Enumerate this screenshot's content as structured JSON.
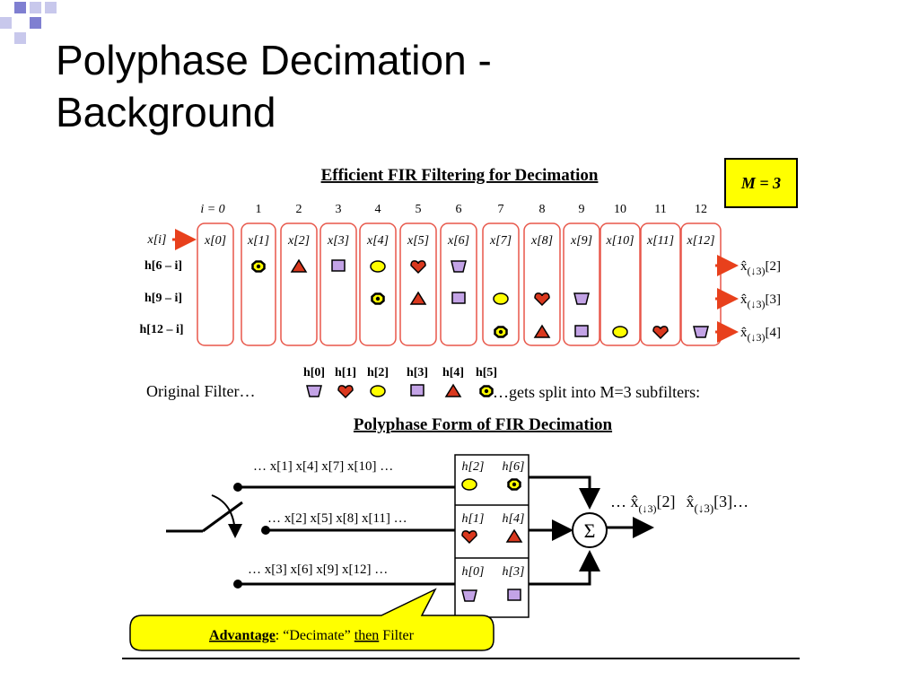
{
  "slide": {
    "title": "Polyphase Decimation -\nBackground",
    "brand_colors": {
      "squares": "#7f7fd1",
      "squares_light": "#c8c8ec"
    }
  },
  "top_diagram": {
    "heading": "Efficient FIR Filtering for Decimation",
    "m_label": "M = 3",
    "index_label": "i = 0",
    "indices": [
      "1",
      "2",
      "3",
      "4",
      "5",
      "6",
      "7",
      "8",
      "9",
      "10",
      "11",
      "12"
    ],
    "input_label": "x[i]",
    "samples": [
      "x[0]",
      "x[1]",
      "x[2]",
      "x[3]",
      "x[4]",
      "x[5]",
      "x[6]",
      "x[7]",
      "x[8]",
      "x[9]",
      "x[10]",
      "x[11]",
      "x[12]"
    ],
    "rows": [
      {
        "label": "h[6 – i]",
        "output_prefix": "x̂",
        "output_sub": "(↓3)",
        "output_index": "[2]"
      },
      {
        "label": "h[9 – i]",
        "output_prefix": "x̂",
        "output_sub": "(↓3)",
        "output_index": "[3]"
      },
      {
        "label": "h[12 – i]",
        "output_prefix": "x̂",
        "output_sub": "(↓3)",
        "output_index": "[4]"
      }
    ],
    "coef_labels": [
      "h[0]",
      "h[1]",
      "h[2]",
      "h[3]",
      "h[4]",
      "h[5]"
    ],
    "original_filter_text": "Original Filter…",
    "split_text": "…gets split into M=3 subfilters:"
  },
  "bottom_diagram": {
    "heading": "Polyphase Form of FIR Decimation",
    "branches": [
      {
        "samples": "… x[1]  x[4]  x[7]  x[10]  …",
        "coef_a": "h[2]",
        "coef_b": "h[6]"
      },
      {
        "samples": "… x[2]  x[5]  x[8]  x[11]  …",
        "coef_a": "h[1]",
        "coef_b": "h[4]"
      },
      {
        "samples": "… x[3]  x[6]  x[9]  x[12]  …",
        "coef_a": "h[0]",
        "coef_b": "h[3]"
      }
    ],
    "sum_symbol": "Σ",
    "output_text_a": "… x̂",
    "output_sub_a": "(↓3)",
    "output_idx_a": "[2]",
    "output_text_b": "x̂",
    "output_sub_b": "(↓3)",
    "output_idx_b": "[3]…",
    "callout_bold": "Advantage",
    "callout_mid": ": “Decimate” ",
    "callout_under": "then",
    "callout_end": " Filter"
  },
  "colors": {
    "box_border": "#e8574a",
    "arrow": "#e8401c",
    "yellow": "#ffff00",
    "red": "#d9381e",
    "purple": "#c3a3e6",
    "callout": "#ffff00"
  },
  "shape_legend": [
    "trapezoid",
    "heart",
    "circle",
    "square",
    "triangle",
    "octagon"
  ]
}
